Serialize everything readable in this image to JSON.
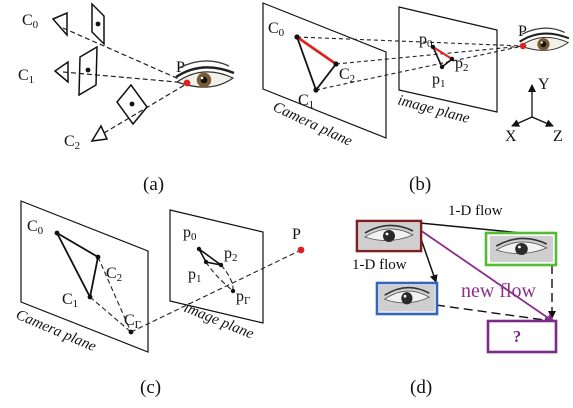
{
  "panels": {
    "a": {
      "caption": "(a)",
      "cameras": [
        {
          "base": "C",
          "sub": "0"
        },
        {
          "base": "C",
          "sub": "1"
        },
        {
          "base": "C",
          "sub": "2"
        }
      ],
      "point": "P"
    },
    "b": {
      "caption": "(b)",
      "cameras": [
        {
          "base": "C",
          "sub": "0"
        },
        {
          "base": "C",
          "sub": "1"
        },
        {
          "base": "C",
          "sub": "2"
        }
      ],
      "image_points": [
        {
          "base": "p",
          "sub": "0"
        },
        {
          "base": "p",
          "sub": "1"
        },
        {
          "base": "p",
          "sub": "2"
        }
      ],
      "point": "P",
      "camera_plane": "Camera plane",
      "image_plane": "image plane",
      "axes": {
        "x": "X",
        "y": "Y",
        "z": "Z"
      }
    },
    "c": {
      "caption": "(c)",
      "cameras": [
        {
          "base": "C",
          "sub": "0"
        },
        {
          "base": "C",
          "sub": "1"
        },
        {
          "base": "C",
          "sub": "2"
        },
        {
          "base": "C",
          "sub": "Γ"
        }
      ],
      "image_points": [
        {
          "base": "p",
          "sub": "0"
        },
        {
          "base": "p",
          "sub": "1"
        },
        {
          "base": "p",
          "sub": "2"
        },
        {
          "base": "p",
          "sub": "Γ"
        }
      ],
      "point": "P",
      "camera_plane": "Camera plane",
      "image_plane": "image plane"
    },
    "d": {
      "caption": "(d)",
      "flow_top": "1-D flow",
      "flow_left": "1-D flow",
      "new_flow": "new flow",
      "unknown": "?"
    }
  },
  "colors": {
    "red": "#e02020",
    "purple": "#8b2f8b",
    "box_brown": "#7a2020",
    "box_green": "#55bb33",
    "box_blue": "#3366bb",
    "box_purple": "#7a2a8a",
    "ink": "#111111"
  },
  "icons": [
    "eye-icon",
    "camera-frustum-icon",
    "eye-thumbnail-icon"
  ]
}
